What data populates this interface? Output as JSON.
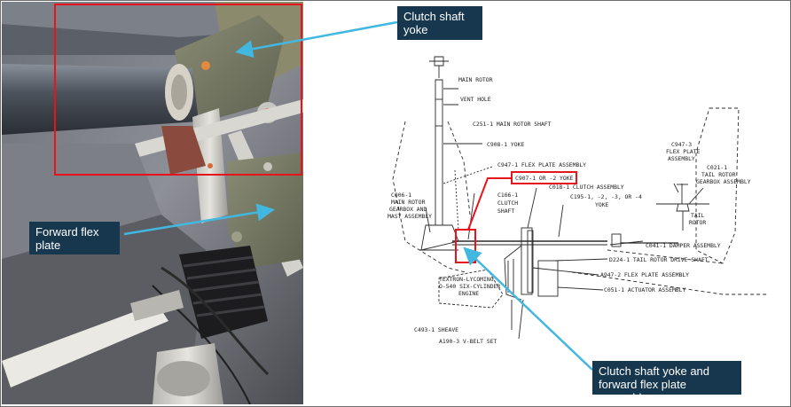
{
  "callouts": {
    "clutch_shaft_yoke": "Clutch shaft\nyoke",
    "forward_flex_plate": "Forward flex\nplate",
    "yoke_and_flex_plate": "Clutch shaft yoke and\nforward flex plate assembly"
  },
  "diagram_labels": {
    "main_rotor": "MAIN ROTOR",
    "vent_hole": "VENT HOLE",
    "main_rotor_shaft": "C251-1 MAIN ROTOR SHAFT",
    "yoke_c908": "C908-1 YOKE",
    "flex_plate_assembly_c947": "C947-1 FLEX PLATE ASSEMBLY",
    "yoke_c907": "C907-1 OR -2 YOKE",
    "clutch_assembly": "C018-1 CLUTCH ASSEMBLY",
    "clutch_shaft_1": "C166-1",
    "clutch_shaft_2": "CLUTCH",
    "clutch_shaft_3": "SHAFT",
    "gearbox_1": "C006-1",
    "gearbox_2": "MAIN ROTOR",
    "gearbox_3": "GEARBOX AND",
    "gearbox_4": "MAST ASSEMBLY",
    "yoke_c195_1": "C195-1, -2, -3, OR -4",
    "yoke_c195_2": "YOKE",
    "flex_plate_c947_3_1": "C947-3",
    "flex_plate_c947_3_2": "FLEX PLATE",
    "flex_plate_c947_3_3": "ASSEMBLY",
    "tr_gearbox_1": "C021-1",
    "tr_gearbox_2": "TAIL ROTOR",
    "tr_gearbox_3": "GEARBOX ASSEMBLY",
    "tail_rotor_1": "TAIL",
    "tail_rotor_2": "ROTOR",
    "damper_assembly": "C041-1 DAMPER ASSEMBLY",
    "tr_drive_shaft": "D224-1 TAIL ROTOR DRIVE SHAFT",
    "flex_plate_a947_2": "A947-2 FLEX PLATE ASSEMBLY",
    "actuator_assembly": "C051-1 ACTUATOR ASSEMBLY",
    "engine_1": "TEXTRON-LYCOMING",
    "engine_2": "O-540 SIX-CYLINDER",
    "engine_3": "ENGINE",
    "sheave": "C493-1 SHEAVE",
    "vbelt_set": "A190-3 V-BELT SET"
  },
  "colors": {
    "callout_bg": "#17374e",
    "highlight_red": "#e8141c",
    "arrow_blue": "#42b8e0"
  }
}
